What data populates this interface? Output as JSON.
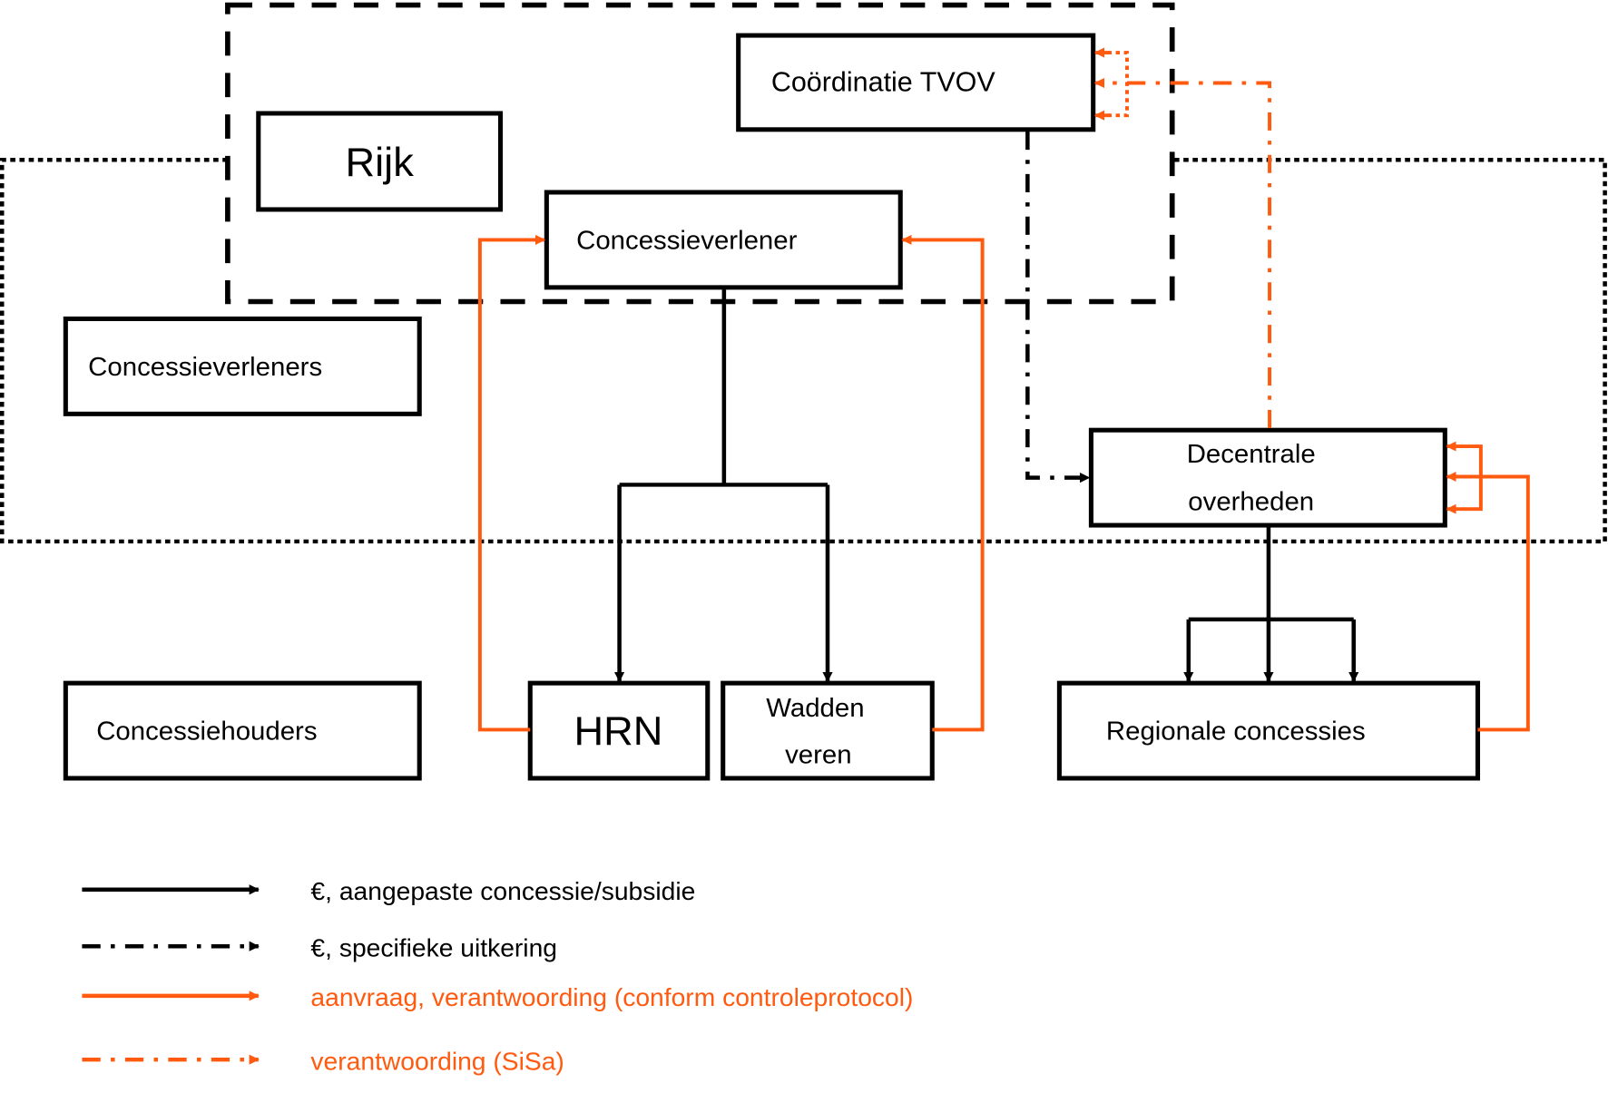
{
  "colors": {
    "black": "#000000",
    "orange": "#ff5a0f"
  },
  "nodes": {
    "rijk": "Rijk",
    "coordinatie": "Coördinatie TVOV",
    "concessieverlener": "Concessieverlener",
    "concessieverleners": "Concessieverleners",
    "decentrale_line1": "Decentrale",
    "decentrale_line2": "overheden",
    "concessiehouders": "Concessiehouders",
    "hrn": "HRN",
    "wadden_line1": "Wadden",
    "wadden_line2": "veren",
    "regionale": "Regionale concessies"
  },
  "legend": [
    {
      "style": "solid-black",
      "label": "€, aangepaste concessie/subsidie"
    },
    {
      "style": "dashdot-black",
      "label": "€, specifieke uitkering"
    },
    {
      "style": "solid-orange",
      "label": "aanvraag, verantwoording (conform controleprotocol)"
    },
    {
      "style": "dashdot-orange",
      "label": "verantwoording (SiSa)"
    }
  ]
}
